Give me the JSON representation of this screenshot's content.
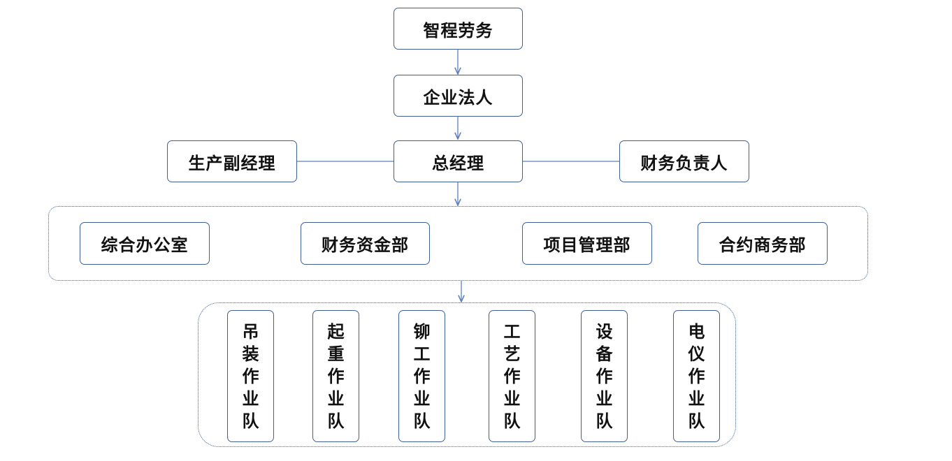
{
  "top": {
    "company": "智程劳务",
    "legal_person": "企业法人",
    "general_manager": "总经理",
    "production_deputy": "生产副经理",
    "finance_head": "财务负责人"
  },
  "departments": [
    {
      "label": "综合办公室"
    },
    {
      "label": "财务资金部"
    },
    {
      "label": "项目管理部"
    },
    {
      "label": "合约商务部"
    }
  ],
  "teams": [
    {
      "label": "吊装作业队",
      "chars": [
        "吊",
        "装",
        "作",
        "业",
        "队"
      ]
    },
    {
      "label": "起重作业队",
      "chars": [
        "起",
        "重",
        "作",
        "业",
        "队"
      ]
    },
    {
      "label": "铆工作业队",
      "chars": [
        "铆",
        "工",
        "作",
        "业",
        "队"
      ]
    },
    {
      "label": "工艺作业队",
      "chars": [
        "工",
        "艺",
        "作",
        "业",
        "队"
      ]
    },
    {
      "label": "设备作业队",
      "chars": [
        "设",
        "备",
        "作",
        "业",
        "队"
      ]
    },
    {
      "label": "电仪作业队",
      "chars": [
        "电",
        "仪",
        "作",
        "业",
        "队"
      ]
    }
  ],
  "colors": {
    "border": "#3f5f95",
    "connector": "#5b7fc0",
    "text": "#111111"
  }
}
